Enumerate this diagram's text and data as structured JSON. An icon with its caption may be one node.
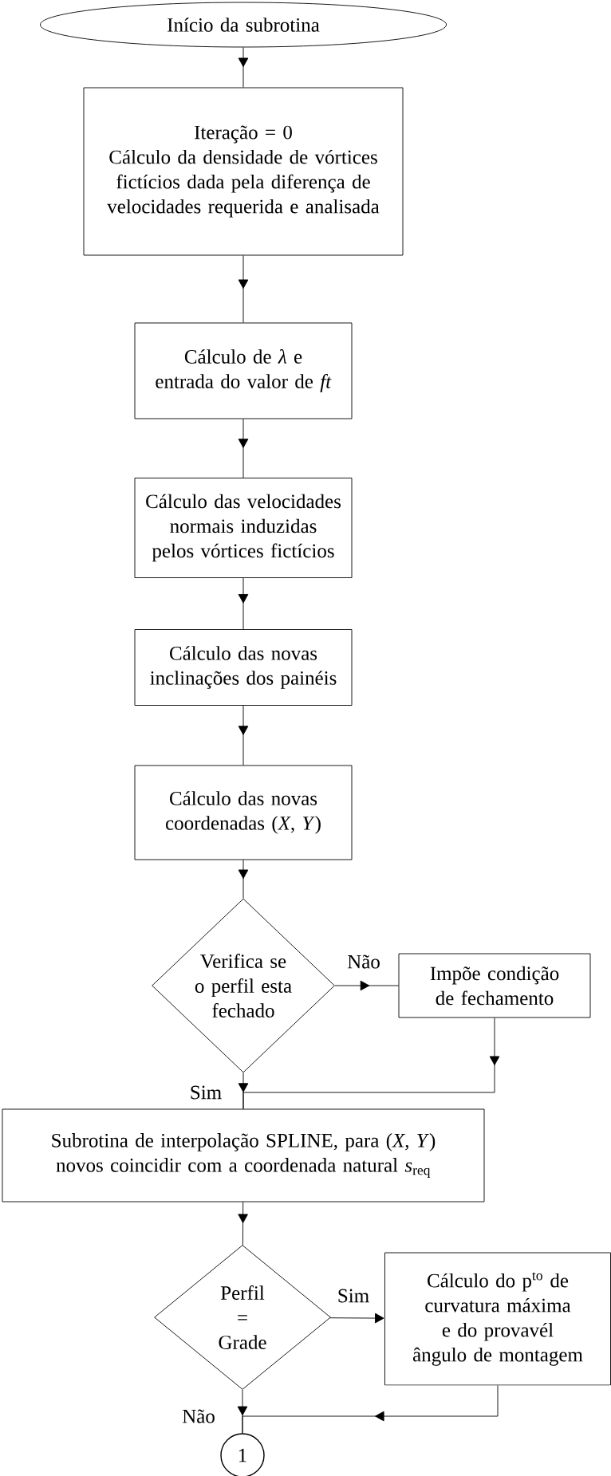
{
  "diagram": {
    "nodes": [
      {
        "text": [
          "Início da subrotina"
        ]
      },
      {
        "text": [
          "Iteração = 0",
          "Cálculo da densidade de vórtices fictícios dada pela diferença de velocidades requerida e analisada"
        ]
      },
      {
        "text": [
          "Cálculo de *λ* e entrada do valor de *ft*"
        ]
      },
      {
        "text": [
          "Cálculo das velocidades normais induzidas pelos vórtices fictícios"
        ]
      },
      {
        "text": [
          "Cálculo das novas inclinações dos painéis"
        ]
      },
      {
        "text": [
          "Cálculo das novas coordenadas (*X*, *Y*)"
        ]
      },
      {
        "text": [
          "Verifica se o perfil esta fechado"
        ]
      },
      {
        "text": [
          "Impõe condição de fechamento"
        ]
      },
      {
        "text": [
          "Subrotina de interpolação SPLINE, para (*X*, *Y*) novos coincidir com a coordenada natural *s*$_{req}$"
        ]
      },
      {
        "text": [
          "Perfil = Grade"
        ]
      },
      {
        "text": [
          "Cálculo do p$^{to}$ de curvatura máxima e do provavél ângulo de montagem"
        ]
      },
      {
        "text": [
          "1"
        ]
      }
    ],
    "edges": [
      {
        "from": 0,
        "to": 1,
        "arrow": "to"
      },
      {
        "from": 1,
        "to": 2,
        "arrow": "to"
      },
      {
        "from": 2,
        "to": 3,
        "arrow": "to"
      },
      {
        "from": 3,
        "to": 4,
        "arrow": "to"
      },
      {
        "from": 4,
        "to": 5,
        "arrow": "to"
      },
      {
        "from": 5,
        "to": 6,
        "arrow": "to"
      },
      {
        "from": 6,
        "to": 7,
        "arrow": "to",
        "label": "Não"
      },
      {
        "from": 6,
        "to": 8,
        "arrow": "to",
        "label": "Sim"
      },
      {
        "from": 7,
        "to": 8,
        "arrow": "to"
      },
      {
        "from": 8,
        "to": 9,
        "arrow": "to"
      },
      {
        "from": 9,
        "to": 10,
        "arrow": "to",
        "label": "Sim"
      },
      {
        "from": 9,
        "to": 11,
        "arrow": "to",
        "label": "Não"
      },
      {
        "from": 10,
        "to": 11,
        "arrow": "to"
      }
    ]
  }
}
